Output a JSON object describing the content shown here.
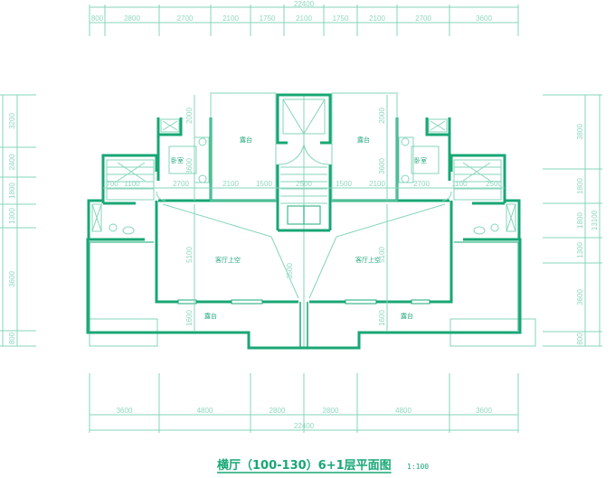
{
  "title": "横厅（100-130）6+1层平面图",
  "scale": "1:100",
  "colors": {
    "wall": "#18a774",
    "line": "#86d6b9"
  },
  "top_dims": {
    "total": "22400",
    "segments": [
      "800",
      "2800",
      "2700",
      "2100",
      "1750",
      "2100",
      "1750",
      "2100",
      "2700",
      "3600"
    ]
  },
  "bottom_dims": {
    "total": "22400",
    "segments": [
      "3600",
      "4800",
      "2800",
      "2800",
      "4800",
      "3600"
    ]
  },
  "left_dims": {
    "segments": [
      "3200",
      "2400",
      "1800",
      "1300",
      "3600",
      "800"
    ]
  },
  "right_dims": {
    "total": "13100",
    "segments": [
      "3800",
      "1800",
      "1800",
      "1300",
      "3600",
      "800"
    ]
  },
  "rooms": {
    "terrace_top_left": "露台",
    "terrace_top_right": "露台",
    "bedroom_left": "卧室",
    "bedroom_right": "卧室",
    "living_void_left": "客厅上空",
    "living_void_right": "客厅上空",
    "terrace_bottom_left": "露台",
    "terrace_bottom_right": "露台"
  },
  "inner_dims": {
    "h": [
      "700",
      "1100",
      "2700",
      "2100",
      "1500",
      "2500",
      "1500",
      "2100",
      "2700",
      "1100",
      "2500"
    ],
    "v_left": [
      "2000",
      "3600",
      "5100",
      "1600"
    ],
    "v_center": "3500",
    "v_right": [
      "2000",
      "3600",
      "5100",
      "1600"
    ]
  }
}
